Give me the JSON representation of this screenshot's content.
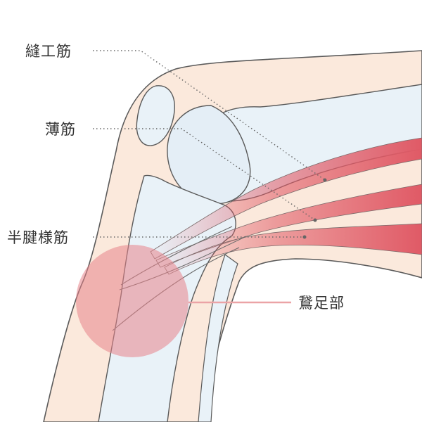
{
  "labels": {
    "sartorius": "縫工筋",
    "gracilis": "薄筋",
    "semitendinosus": "半腱様筋",
    "pes_anserinus": "鵞足部"
  },
  "colors": {
    "skin": "#fbe9dc",
    "outline": "#5a5a5a",
    "bone": "#e9f2f8",
    "muscle": "#e05a66",
    "highlight": "#e8838a",
    "leader_dot": "#666666",
    "leader_line": "#eba3a6",
    "text": "#333333"
  }
}
